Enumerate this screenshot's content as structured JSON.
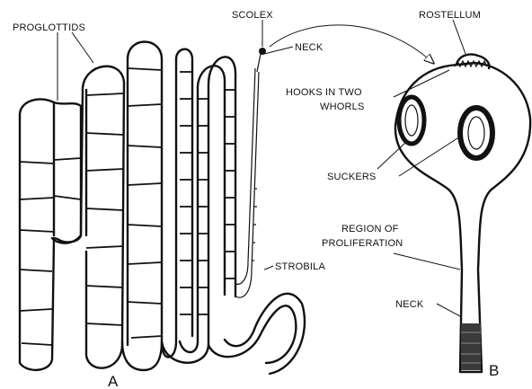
{
  "labels": {
    "proglottids": "PROGLOTTIDS",
    "scolex": "SCOLEX",
    "neck_a": "NECK",
    "strobila": "STROBILA",
    "rostellum": "ROSTELLUM",
    "hooks_line1": "HOOKS IN TWO",
    "hooks_line2": "WHORLS",
    "suckers": "SUCKERS",
    "region_line1": "REGION OF",
    "region_line2": "PROLIFERATION",
    "neck_b": "NECK",
    "panel_a": "A",
    "panel_b": "B"
  },
  "colors": {
    "ink": "#111111",
    "paper": "#ffffff"
  }
}
